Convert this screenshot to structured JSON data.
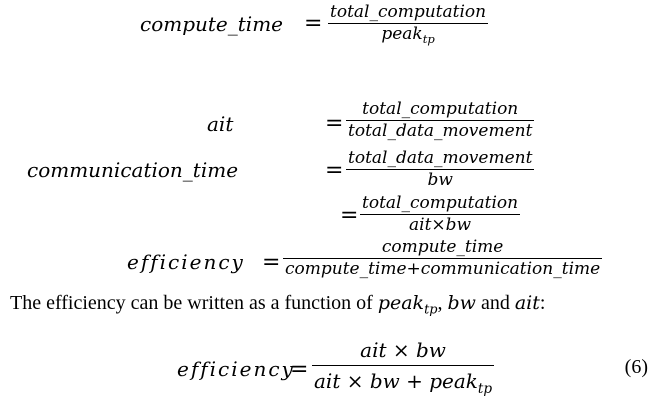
{
  "equations": {
    "compute_time": {
      "lhs": "compute_time",
      "num": "total_computation",
      "den_base": "peak",
      "den_sub": "tp"
    },
    "ait": {
      "lhs": "ait",
      "num": "total_computation",
      "den": "total_data_movement"
    },
    "communication_time": {
      "lhs": "communication_time",
      "num1": "total_data_movement",
      "den1": "bw",
      "num2": "total_computation",
      "den2": "ait×bw"
    },
    "efficiency": {
      "lhs": "efficiency",
      "num": "compute_time",
      "den": "compute_time+communication_time"
    }
  },
  "paragraph": {
    "text_before": "The efficiency can be written as a function of ",
    "var1_base": "peak",
    "var1_sub": "tp",
    "sep1": ", ",
    "var2": "bw",
    "sep2": " and ",
    "var3": "ait",
    "end": ":"
  },
  "equation6": {
    "lhs": "efficiency",
    "num": "ait × bw",
    "den_main": "ait × bw + peak",
    "den_sub": "tp",
    "number": "(6)"
  },
  "equals_sign": "="
}
